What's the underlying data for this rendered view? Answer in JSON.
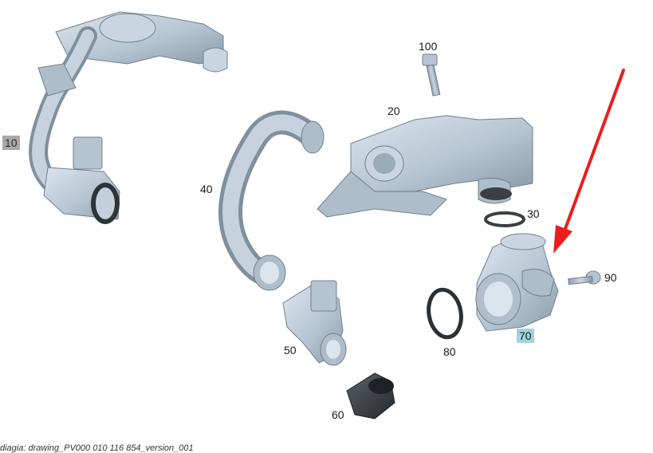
{
  "callouts": {
    "c10": "10",
    "c20": "20",
    "c30": "30",
    "c40": "40",
    "c50": "50",
    "c60": "60",
    "c70": "70",
    "c80": "80",
    "c90": "90",
    "c100": "100"
  },
  "footer": "diagia: drawing_PV000 010 116 854_version_001",
  "colors": {
    "part_fill": "#b9c9d6",
    "part_dark": "#7d8e9c",
    "rubber": "#3a3f44",
    "arrow": "#ee1c1c",
    "highlight": "#9fd3e0"
  }
}
